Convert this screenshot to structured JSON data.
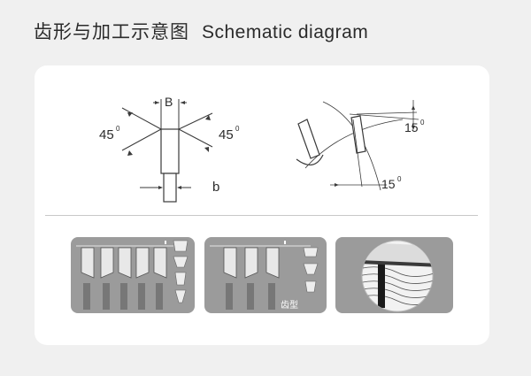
{
  "header": {
    "title_cn": "齿形与加工示意图",
    "title_en": "Schematic diagram"
  },
  "diagram_left": {
    "label_top": "B",
    "label_bottom": "b",
    "angle_left": "45",
    "angle_right": "45",
    "degree_mark": "0"
  },
  "diagram_right": {
    "angle_top": "15",
    "angle_bottom": "15",
    "degree_mark": "0"
  },
  "panel_middle": {
    "caption": "齿型"
  },
  "colors": {
    "page_bg": "#f0f0f0",
    "card_bg": "#ffffff",
    "panel_bg": "#9b9b9b",
    "line": "#3a3a3a"
  }
}
